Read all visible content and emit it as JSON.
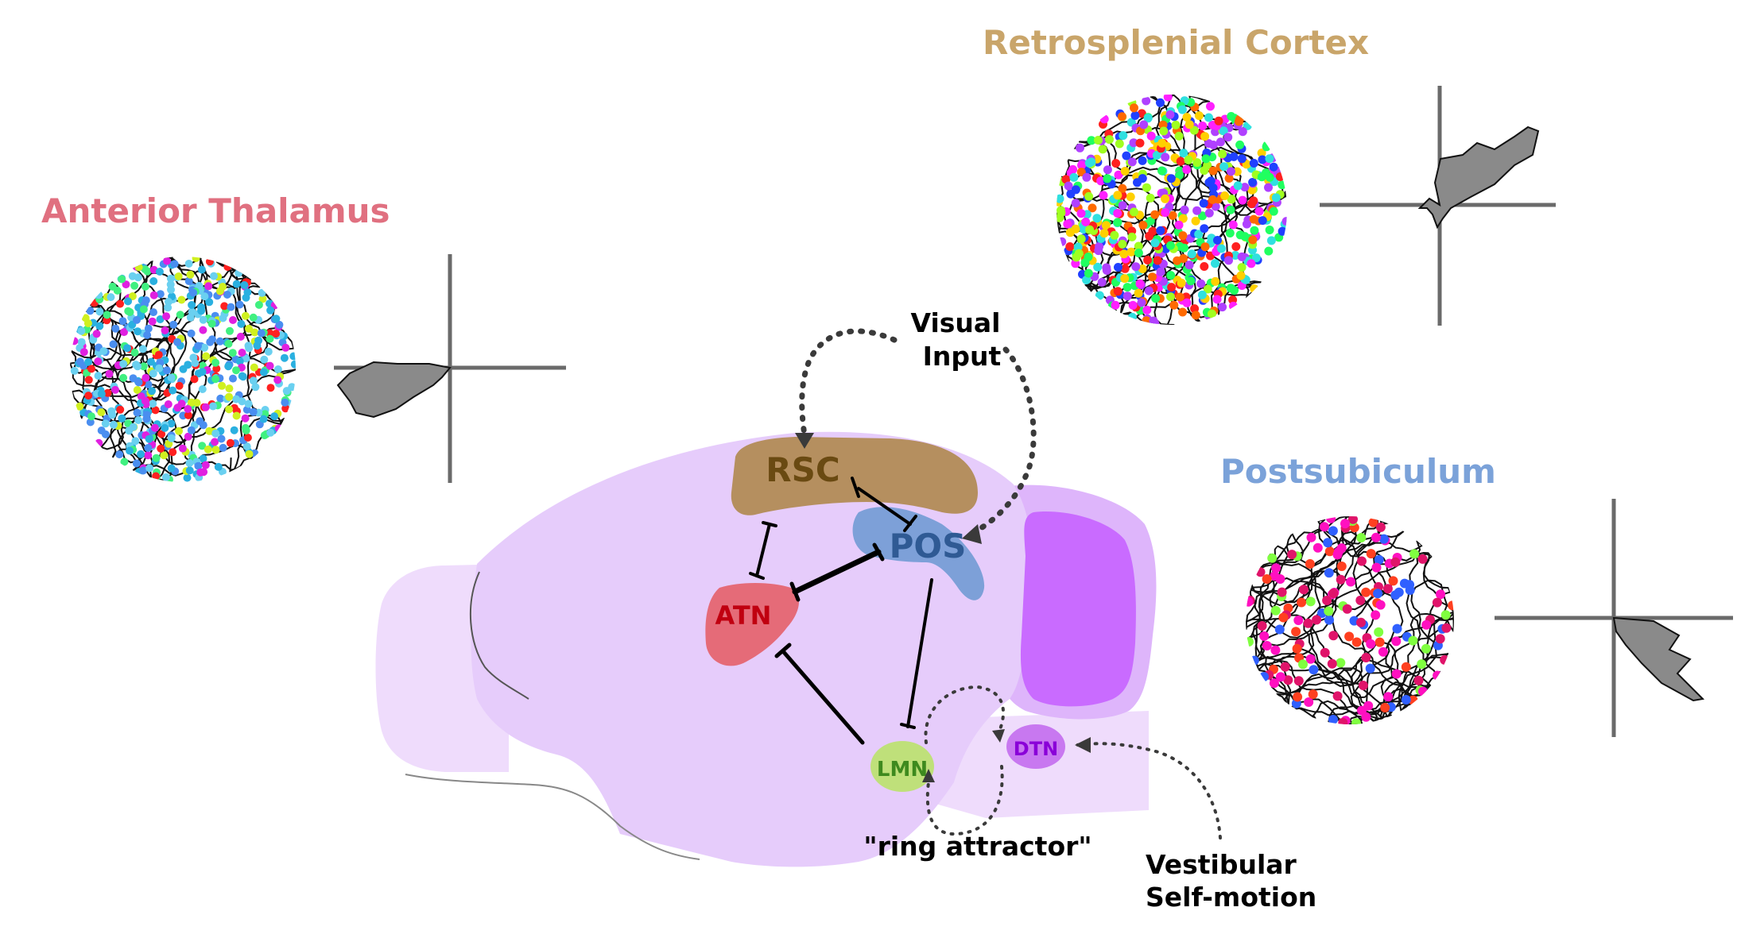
{
  "titles": {
    "anterior_thalamus": "Anterior Thalamus",
    "retrosplenial_cortex": "Retrosplenial Cortex",
    "postsubiculum": "Postsubiculum"
  },
  "regions": {
    "rsc": "RSC",
    "pos": "POS",
    "atn": "ATN",
    "lmn": "LMN",
    "dtn": "DTN"
  },
  "annotations": {
    "visual_line1": "Visual",
    "visual_line2": "Input",
    "ring_attractor": "\"ring attractor\"",
    "vestibular_line1": "Vestibular",
    "vestibular_line2": "Self-motion"
  },
  "colors": {
    "anterior_thalamus": "#e07080",
    "retrosplenial_cortex": "#c9a56a",
    "postsubiculum": "#7ba2d9",
    "brain_body": "#e6ccfb",
    "cerebellum": "#c96bff",
    "rsc_fill": "#b58f5f",
    "rsc_text": "#6a4a12",
    "pos_fill": "#7da0d8",
    "pos_text": "#2f5a94",
    "atn_fill": "#e56b78",
    "atn_text": "#c00010",
    "lmn_fill": "#bfe07a",
    "lmn_text": "#3e8a1e",
    "dtn_fill": "#c878f0",
    "dtn_text": "#8a00d8"
  },
  "panels": {
    "anterior_thalamus": {
      "dominant_colors": [
        "#6ad0f0",
        "#4a8ef0",
        "#2ab0e0"
      ],
      "accent_colors": [
        "#d0f020",
        "#40f080",
        "#e020e0",
        "#ff2020"
      ]
    },
    "retrosplenial_cortex": {
      "dominant_colors": [
        "#ff6a00",
        "#ffd000",
        "#a0ff20",
        "#30e0e0",
        "#2040ff",
        "#ff20ff",
        "#ff2020",
        "#20ff60",
        "#b040ff"
      ],
      "accent_colors": []
    },
    "postsubiculum": {
      "dominant_colors": [
        "#e0146a",
        "#ff10c0"
      ],
      "accent_colors": [
        "#3060ff",
        "#80ff40",
        "#ff4020"
      ]
    }
  }
}
